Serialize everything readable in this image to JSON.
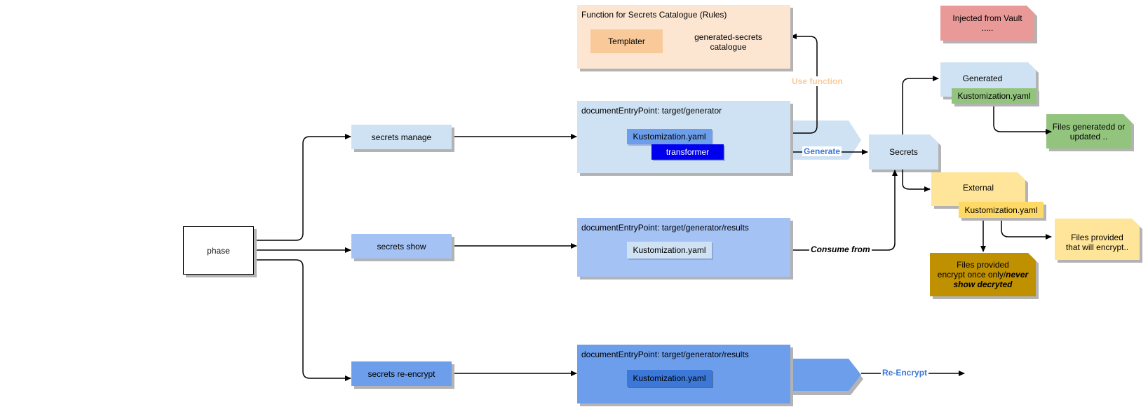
{
  "colors": {
    "function_box": "#fde6d1",
    "templater": "#f9c99a",
    "manage_panel": "#cfe2f3",
    "show_panel": "#a4c2f4",
    "reencrypt_panel": "#6d9eeb",
    "kustomization_blue": "#6d9eeb",
    "transformer": "#0000ee",
    "generated_green": "#93c47d",
    "external_yellow": "#ffe599",
    "never_gold": "#bf9000",
    "vault_red": "#ea9999",
    "label_orange": "#f9cb9c",
    "label_blue": "#3c78d8"
  },
  "phase": {
    "label": "phase"
  },
  "commands": {
    "manage": "secrets manage",
    "show": "secrets show",
    "reencrypt": "secrets re-encrypt"
  },
  "function_catalogue": {
    "title": "Function for Secrets Catalogue (Rules)",
    "templater": "Templater",
    "catalogue_line1": "generated-secrets",
    "catalogue_line2": "catalogue"
  },
  "generator_panel": {
    "title": "documentEntryPoint: target/generator",
    "kustomization": "Kustomization.yaml",
    "transformer": "transformer"
  },
  "show_panel": {
    "title": "documentEntryPoint: target/generator/results",
    "kustomization": "Kustomization.yaml"
  },
  "reencrypt_panel": {
    "title": "documentEntryPoint: target/generator/results",
    "kustomization": "Kustomization.yaml"
  },
  "edge_labels": {
    "use_function": "Use function",
    "generate": "Generate",
    "consume_from": "Consume from",
    "re_encrypt": "Re-Encrypt"
  },
  "secrets": {
    "label": "Secrets"
  },
  "generated": {
    "label": "Generated",
    "kustomization": "Kustomization.yaml",
    "files_line1": "Files generatedd or",
    "files_line2": "updated  .."
  },
  "external": {
    "label": "External",
    "kustomization": "Kustomization.yaml",
    "files_line1": "Files provided",
    "files_line2": "that will encrypt..",
    "never_line1": "Files provided",
    "never_line2_plain": "encrypt once only/",
    "never_line2_bold": "never",
    "never_line3": "show decryted"
  },
  "vault": {
    "line1": "Injected from  Vault",
    "line2": "....."
  }
}
